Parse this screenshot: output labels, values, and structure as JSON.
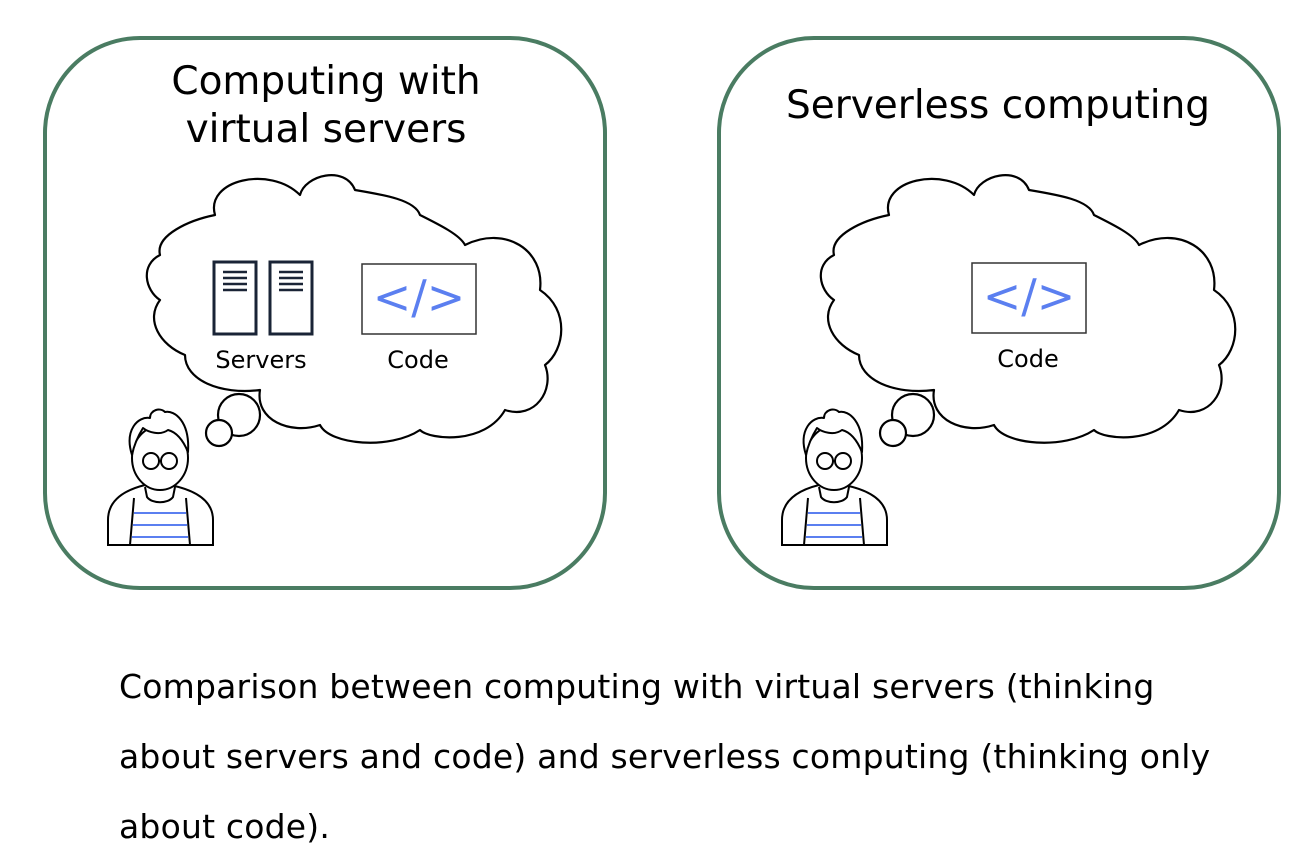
{
  "colors": {
    "panel_border": "#4a7c62",
    "accent_blue": "#5b7ff0",
    "ink": "#000000",
    "code_box_border": "#333333"
  },
  "panels": [
    {
      "title_lines": [
        "Computing with",
        "virtual servers"
      ],
      "items": [
        {
          "icon": "server-rack-icon",
          "label": "Servers"
        },
        {
          "icon": "code-icon",
          "label": "Code",
          "glyph": "</>"
        }
      ]
    },
    {
      "title_lines": [
        "Serverless computing"
      ],
      "items": [
        {
          "icon": "code-icon",
          "label": "Code",
          "glyph": "</>"
        }
      ]
    }
  ],
  "caption": "Comparison between computing with virtual servers (thinking about servers and code) and serverless computing (thinking only about code)."
}
